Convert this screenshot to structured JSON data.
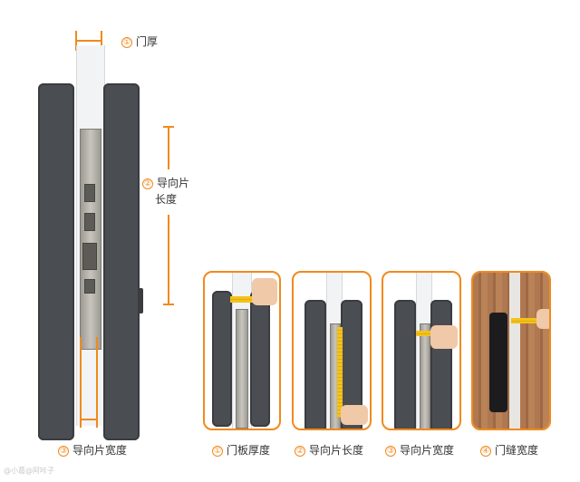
{
  "main_labels": {
    "door_thickness": {
      "num": "①",
      "text": "门厚"
    },
    "guide_length": {
      "num": "②",
      "line1": "导向片",
      "line2": "长度"
    },
    "guide_width": {
      "num": "③",
      "text": "导向片宽度"
    }
  },
  "panels": [
    {
      "num": "①",
      "text": "门板厚度"
    },
    {
      "num": "②",
      "text": "导向片长度"
    },
    {
      "num": "③",
      "text": "导向片宽度"
    },
    {
      "num": "④",
      "text": "门缝宽度"
    }
  ],
  "watermark": "@小葛@阿咔子",
  "colors": {
    "accent": "#f08a1c",
    "lock": "#4a4d52",
    "plate": "#b8b4ad"
  }
}
